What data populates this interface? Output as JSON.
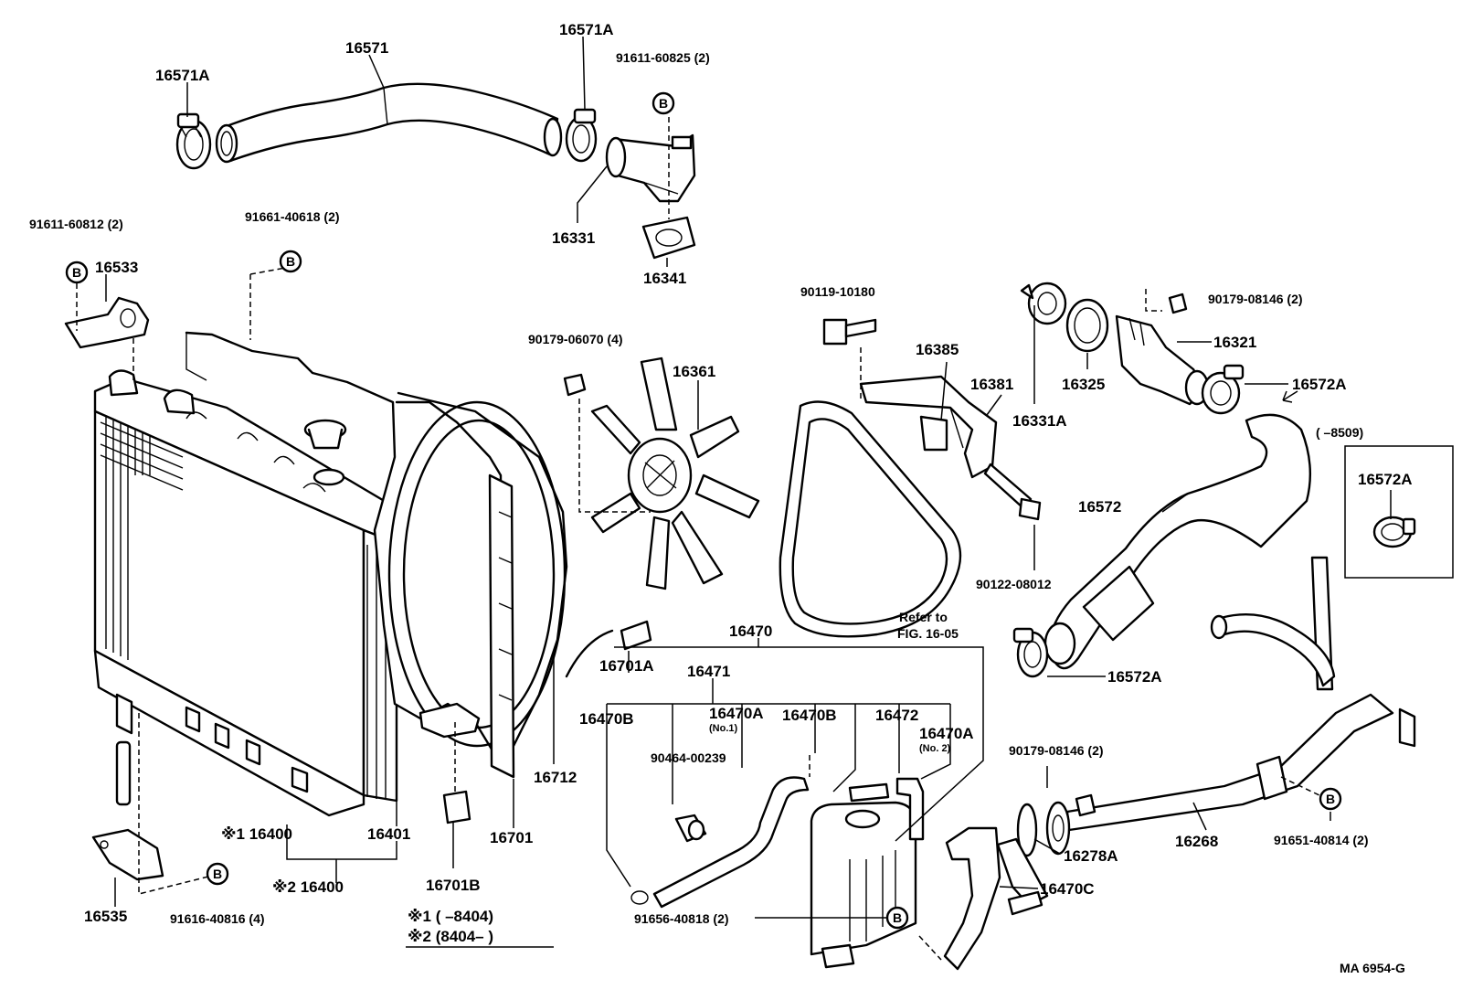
{
  "labels": {
    "p16571": "16571",
    "p16571A_l": "16571A",
    "p16571A_r": "16571A",
    "p91611_60825": "91611-60825 (2)",
    "p16331": "16331",
    "p16341": "16341",
    "p91611_60812": "91611-60812 (2)",
    "p16533": "16533",
    "p91661_40618": "91661-40618 (2)",
    "p90179_06070": "90179-06070 (4)",
    "p16361": "16361",
    "p90119_10180": "90119-10180",
    "p16385": "16385",
    "p16381": "16381",
    "p90122_08012": "90122-08012",
    "refer_to": "Refer to",
    "fig_ref": "FIG. 16-05",
    "p16331A": "16331A",
    "p16325": "16325",
    "p90179_08146_top": "90179-08146 (2)",
    "p16321": "16321",
    "p16572A_top": "16572A",
    "range_8509": "(      –8509)",
    "p16572A_box": "16572A",
    "p16572": "16572",
    "p16572A_low": "16572A",
    "p16701A": "16701A",
    "p16712": "16712",
    "p16701": "16701",
    "p16701B": "16701B",
    "p16470": "16470",
    "p16471": "16471",
    "p16470B_l": "16470B",
    "p16470A_1": "16470A",
    "no1": "(No.1)",
    "p16470B_m": "16470B",
    "p16472": "16472",
    "p16470A_2": "16470A",
    "no2": "(No. 2)",
    "p90464_00239": "90464-00239",
    "p90179_08146_low": "90179-08146 (2)",
    "p16278A": "16278A",
    "p16268": "16268",
    "p91651_40814": "91651-40814 (2)",
    "p16470C": "16470C",
    "p91656_40818": "91656-40818 (2)",
    "p16400_1": "※1 16400",
    "p16400_2": "※2 16400",
    "p16401": "16401",
    "p16535": "16535",
    "p91616_40816": "91616-40816 (4)",
    "note1": "※1 (        –8404)",
    "note2": "※2 (8404–         )",
    "code": "MA  6954-G"
  },
  "markers": {
    "b": "B"
  }
}
